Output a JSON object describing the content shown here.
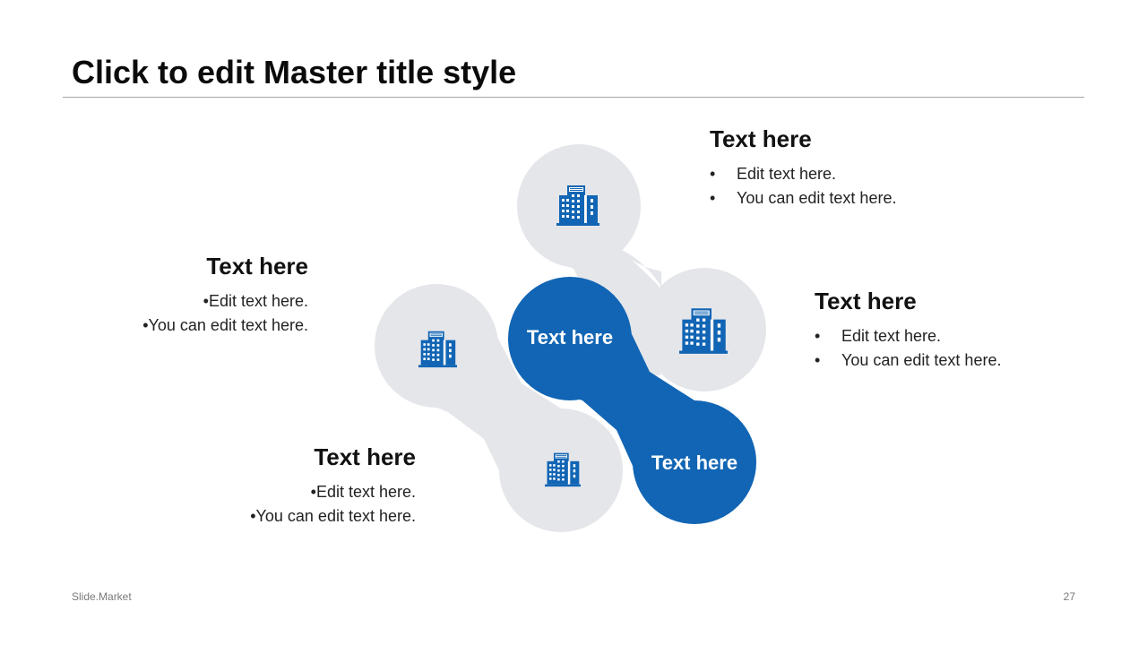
{
  "slide": {
    "title": "Click to edit Master title style",
    "footer_brand": "Slide.Market",
    "page_number": "27"
  },
  "colors": {
    "primary_blue": "#1165b4",
    "light_gray": "#e5e6ea",
    "icon_color": "#1165b4"
  },
  "center": {
    "label_top": "Text here",
    "label_bottom": "Text here"
  },
  "blocks": {
    "top_right": {
      "heading": "Text here",
      "bullets": [
        "Edit text here.",
        "You can edit text here."
      ]
    },
    "right": {
      "heading": "Text here",
      "bullets": [
        "Edit text here.",
        "You can edit text here."
      ]
    },
    "left": {
      "heading": "Text here",
      "bullets": [
        "Edit text here.",
        "You can edit text here."
      ]
    },
    "bottom_left": {
      "heading": "Text here",
      "bullets": [
        "Edit text here.",
        "You can edit text here."
      ]
    }
  },
  "icons": [
    "building-icon",
    "building-icon",
    "building-icon",
    "building-icon"
  ]
}
